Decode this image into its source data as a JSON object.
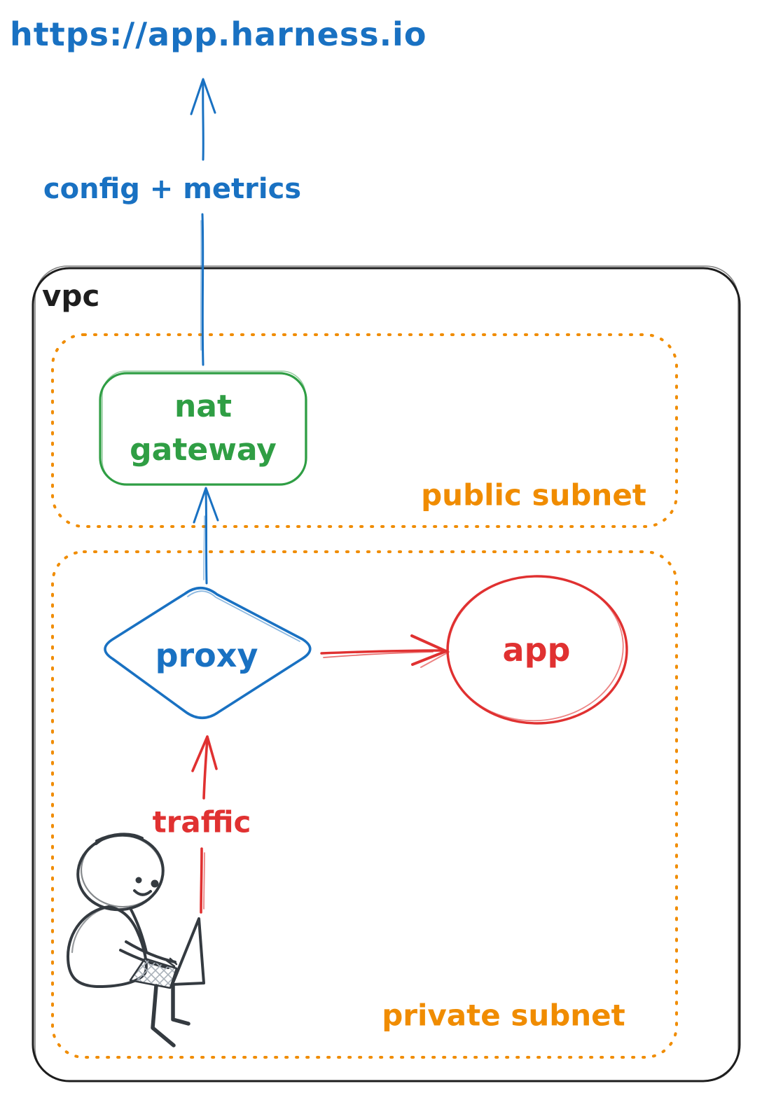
{
  "colors": {
    "blue": "#1971c2",
    "green": "#2f9e44",
    "orange": "#f08c00",
    "red": "#e03131",
    "ink": "#1e1e1e",
    "person": "#343a40",
    "canvas": "#ffffff"
  },
  "external": {
    "url_label": "https://app.harness.io"
  },
  "arrows": {
    "config_metrics": {
      "label": "config + metrics"
    },
    "traffic": {
      "label": "traffic"
    }
  },
  "vpc": {
    "label": "vpc",
    "public_subnet": {
      "label": "public subnet",
      "nat_gateway": {
        "line1": "nat",
        "line2": "gateway"
      }
    },
    "private_subnet": {
      "label": "private subnet",
      "proxy_label": "proxy",
      "app_label": "app"
    }
  }
}
